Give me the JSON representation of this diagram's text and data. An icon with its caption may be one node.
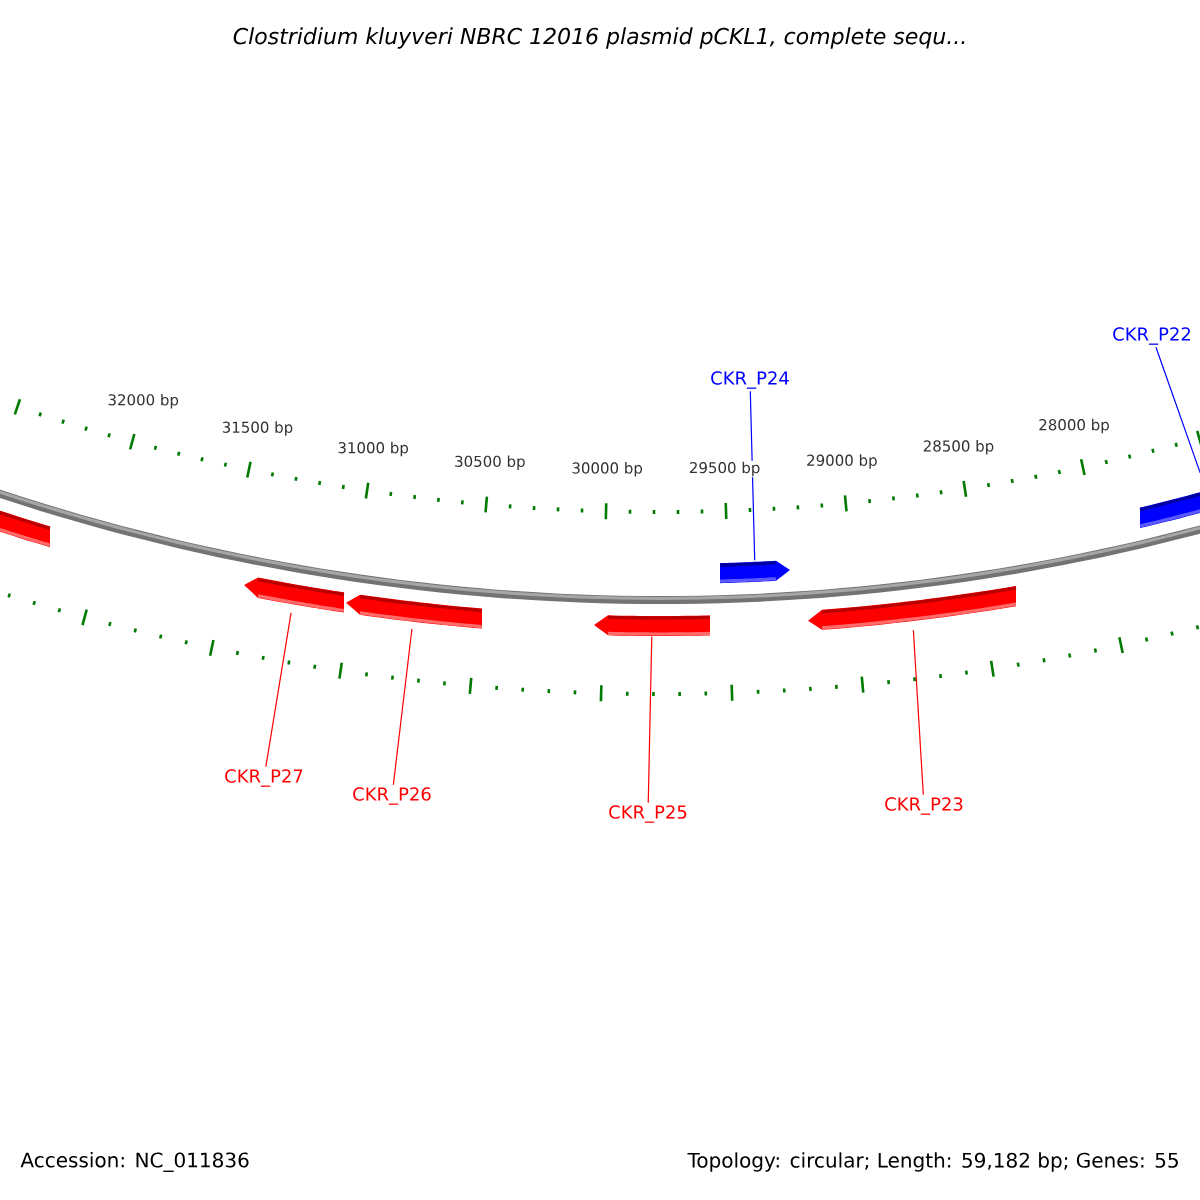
{
  "diagram": {
    "title": "Clostridium kluyveri NBRC 12016 plasmid pCKL1, complete sequ...",
    "nodes": [
      {
        "text": [
          "CKR_P22"
        ]
      },
      {
        "text": [
          "CKR_P24"
        ]
      },
      {
        "text": [],
        "shape": "arrow"
      },
      {
        "text": [],
        "shape": "arrow"
      },
      {
        "text": [],
        "shape": "arrow"
      },
      {
        "text": [],
        "shape": "arrow"
      },
      {
        "text": [],
        "shape": "arrow"
      },
      {
        "text": [],
        "shape": "arrow"
      },
      {
        "text": [],
        "shape": "arrow"
      },
      {
        "text": [
          "CKR_P27"
        ]
      },
      {
        "text": [
          "CKR_P26"
        ]
      },
      {
        "text": [
          "CKR_P23"
        ]
      },
      {
        "text": [
          "CKR_P25"
        ]
      }
    ],
    "edges": [
      {
        "from": 0,
        "to": 8,
        "arrow": "none",
        "color": "#0000ff"
      },
      {
        "from": 1,
        "to": 6,
        "arrow": "none",
        "color": "#0000ff"
      },
      {
        "from": 9,
        "to": 3,
        "arrow": "none"
      },
      {
        "from": 10,
        "to": 4,
        "arrow": "none"
      },
      {
        "from": 11,
        "to": 7,
        "arrow": "none"
      },
      {
        "from": 12,
        "to": 5,
        "arrow": "none"
      }
    ],
    "labels": [
      "32000 bp",
      "31500 bp",
      "31000 bp",
      "30500 bp",
      "30000 bp",
      "29500 bp",
      "29000 bp",
      "28500 bp",
      "28000 bp",
      "Accession: NC_011836",
      "Topology: circular; Length: 59,182 bp; Genes: 55"
    ]
  }
}
